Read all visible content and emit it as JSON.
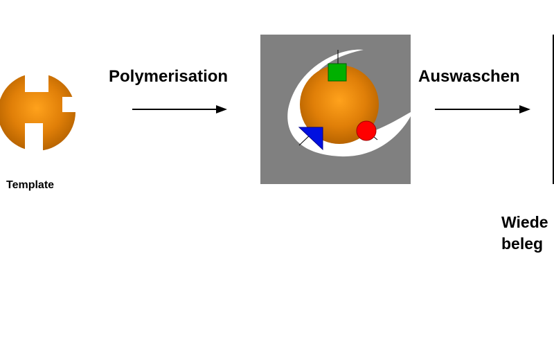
{
  "labels": {
    "template": "Template",
    "step_polymerisation": "Polymerisation",
    "step_auswaschen": "Auswaschen",
    "cut_line_1": "Wiede",
    "cut_line_2": "beleg"
  },
  "colors": {
    "background": "#ffffff",
    "template_center": "#ffa21c",
    "template_edge": "#b86400",
    "polymer": "#808080",
    "cavity": "#ffffff",
    "square_group": "#00b000",
    "triangle_group": "#0010e0",
    "circle_group": "#ff0000",
    "arrow": "#000000",
    "text": "#000000"
  },
  "icons": {
    "template": "template-molecule-icon",
    "polymer": "polymer-block-icon",
    "arrow": "arrow-right-icon",
    "square": "square-functional-group-icon",
    "triangle": "triangle-functional-group-icon",
    "circle": "circle-functional-group-icon"
  }
}
